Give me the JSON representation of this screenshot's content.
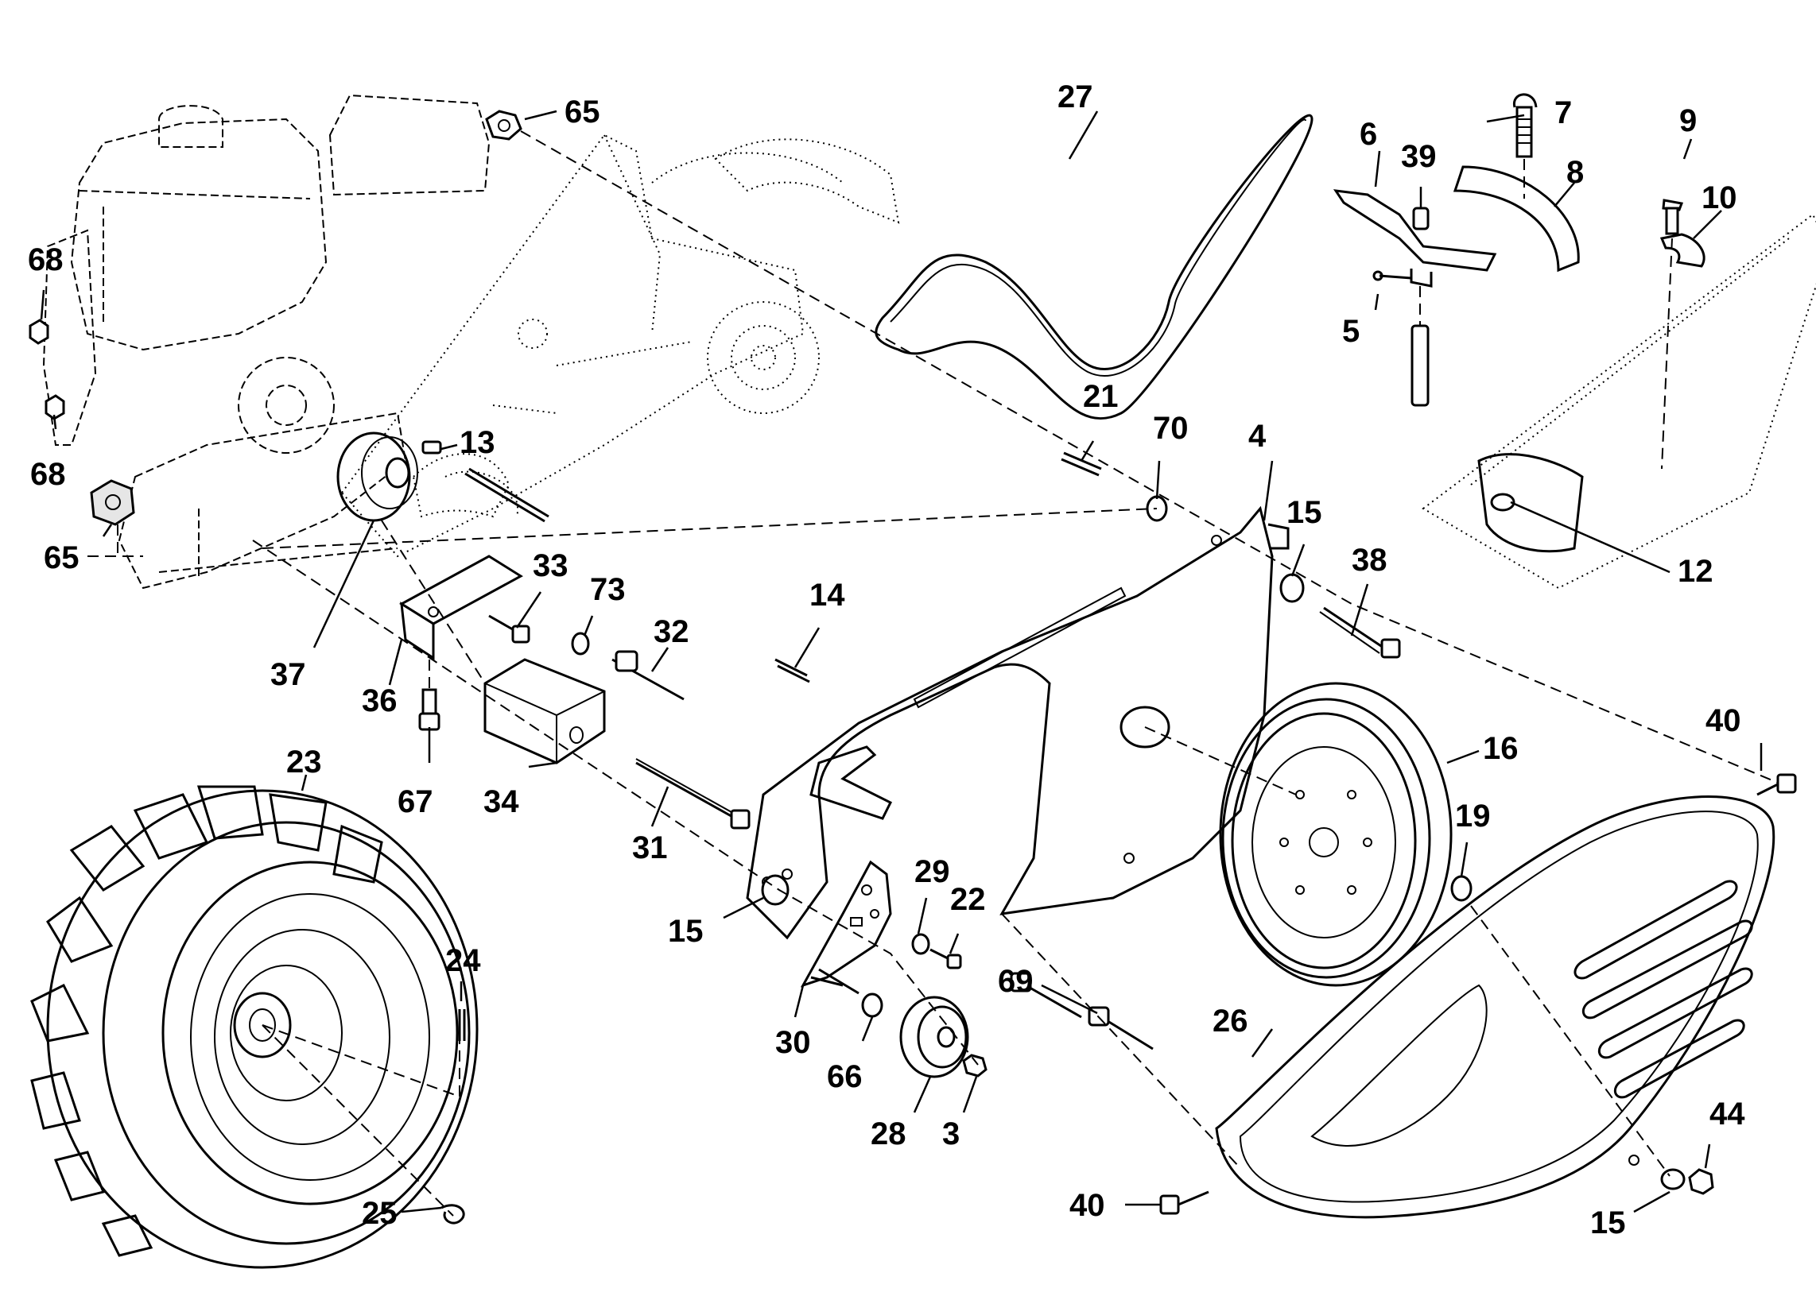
{
  "callouts": {
    "c3": "3",
    "c4": "4",
    "c5": "5",
    "c6": "6",
    "c7": "7",
    "c8": "8",
    "c9": "9",
    "c10": "10",
    "c12": "12",
    "c13": "13",
    "c14": "14",
    "c15a": "15",
    "c15b": "15",
    "c15c": "15",
    "c16": "16",
    "c19": "19",
    "c21": "21",
    "c22": "22",
    "c23": "23",
    "c24": "24",
    "c25": "25",
    "c26": "26",
    "c27": "27",
    "c28": "28",
    "c29": "29",
    "c30": "30",
    "c31": "31",
    "c32": "32",
    "c33": "33",
    "c34": "34",
    "c36": "36",
    "c37": "37",
    "c38": "38",
    "c39": "39",
    "c40a": "40",
    "c40b": "40",
    "c44": "44",
    "c65a": "65",
    "c65b": "65",
    "c66": "66",
    "c67": "67",
    "c68a": "68",
    "c68b": "68",
    "c69": "69",
    "c70": "70",
    "c73": "73"
  }
}
